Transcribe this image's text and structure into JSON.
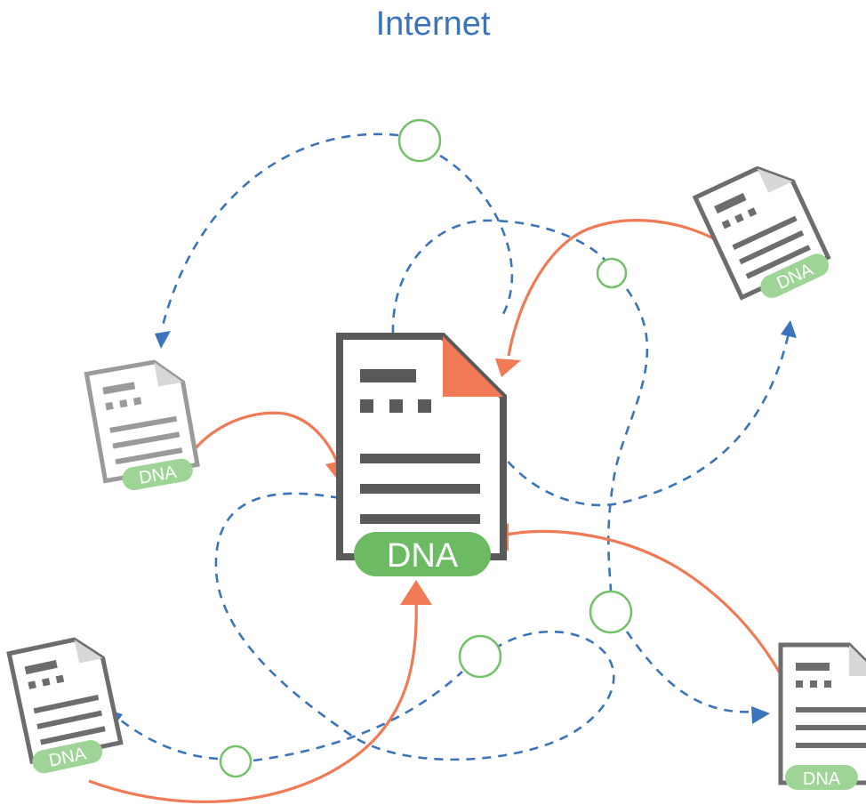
{
  "title": "Internet",
  "central_document": {
    "label": "DNA"
  },
  "peer_documents": [
    {
      "label": "DNA"
    },
    {
      "label": "DNA"
    },
    {
      "label": "DNA"
    },
    {
      "label": "DNA"
    }
  ],
  "colors": {
    "title": "#3b74bb",
    "dashed_path": "#3b74bb",
    "orange_arrow": "#f07a55",
    "node_circle": "#74c16a",
    "dna_badge": "#6cbb63",
    "dna_badge_light": "#9fd497",
    "doc_outline_dark": "#5a5a5a",
    "doc_outline_light": "#9a9a9a",
    "doc_corner": "#f07a55",
    "doc_corner_light": "#d8d8d8"
  }
}
